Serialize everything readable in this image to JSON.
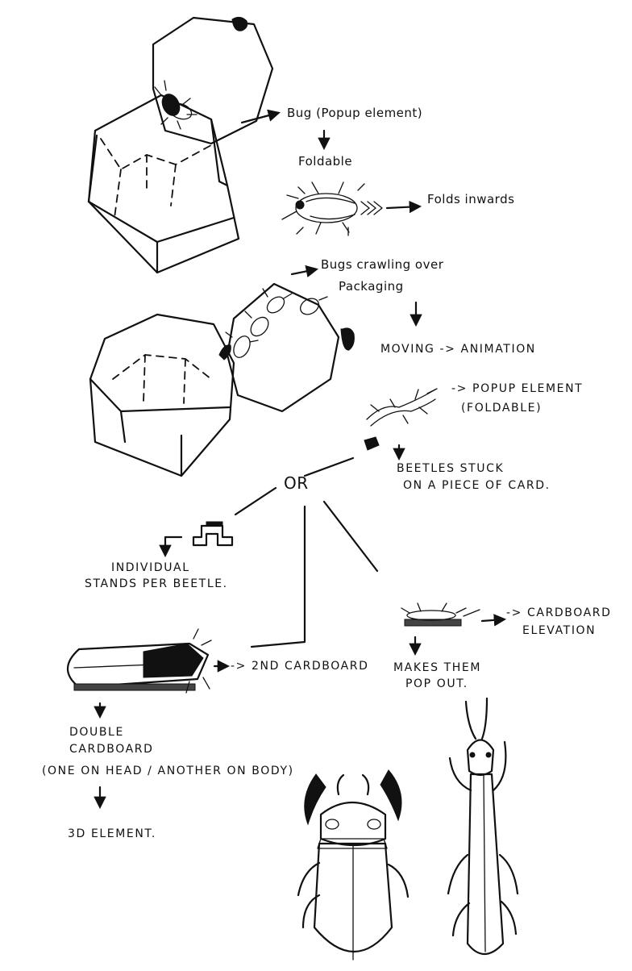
{
  "notes": {
    "bug_popup": "Bug (Popup element)",
    "foldable": "Foldable",
    "folds_inwards": "Folds inwards",
    "bugs_crawling_line1": "Bugs crawling over",
    "bugs_crawling_line2": "Packaging",
    "moving_animation": "MOVING -> ANIMATION",
    "popup_element": "-> POPUP ELEMENT",
    "foldable_paren": "(FOLDABLE)",
    "beetles_stuck_line1": "BEETLES STUCK",
    "beetles_stuck_line2": "ON A PIECE OF CARD.",
    "or": "OR",
    "individual_stands_line1": "INDIVIDUAL",
    "individual_stands_line2": "STANDS PER BEETLE.",
    "cardboard_elevation_line1": "-> CARDBOARD",
    "cardboard_elevation_line2": "ELEVATION",
    "makes_them_line1": "MAKES THEM",
    "makes_them_line2": "POP OUT.",
    "second_cardboard": "-> 2ND CARDBOARD",
    "double_cardboard_line1": "DOUBLE",
    "double_cardboard_line2": "CARDBOARD",
    "double_cardboard_line3": "(ONE ON HEAD / ANOTHER ON BODY)",
    "three_d_element": "3D ELEMENT."
  }
}
